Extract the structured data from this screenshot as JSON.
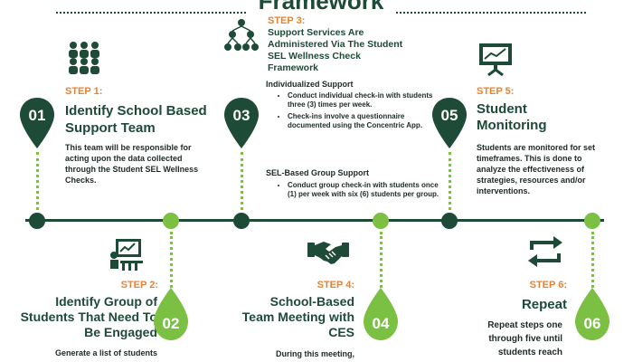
{
  "header": {
    "title": "Framework"
  },
  "colors": {
    "dark_green": "#1e4a38",
    "light_green": "#7bc043",
    "orange": "#e8822f"
  },
  "steps": [
    {
      "label": "STEP 1:",
      "number": "01",
      "title": "Identify School Based Support Team",
      "body": "This team will be responsible for acting upon the data collected through the Student SEL Wellness Checks.",
      "icon": "team-icon"
    },
    {
      "label": "STEP 2:",
      "number": "02",
      "title": "Identify Group of Students That Need To Be Engaged",
      "body": "Generate a list of students",
      "icon": "presentation-board-icon"
    },
    {
      "label": "STEP 3:",
      "number": "03",
      "title": "Support Services Are Administered Via The Student SEL Wellness Check Framework",
      "sections": [
        {
          "heading": "Individualized Support",
          "items": [
            "Conduct individual check-in with students three (3) times per week.",
            "Check-ins involve a questionnaire documented using the Concentric App."
          ]
        },
        {
          "heading": "SEL-Based Group Support",
          "items": [
            "Conduct group check-in with students once (1) per week with six (6) students per group."
          ]
        }
      ],
      "icon": "hierarchy-icon"
    },
    {
      "label": "STEP 4:",
      "number": "04",
      "title": "School-Based Team Meeting with CES",
      "body": "During this meeting,",
      "icon": "handshake-icon"
    },
    {
      "label": "STEP 5:",
      "number": "05",
      "title": "Student Monitoring",
      "body": "Students are monitored for set timeframes. This is done to analyze the effectiveness of strategies, resources and/or interventions.",
      "icon": "monitoring-chart-icon"
    },
    {
      "label": "STEP 6:",
      "number": "06",
      "title": "Repeat",
      "body": "Repeat steps one through five until students reach",
      "icon": "repeat-icon"
    }
  ]
}
